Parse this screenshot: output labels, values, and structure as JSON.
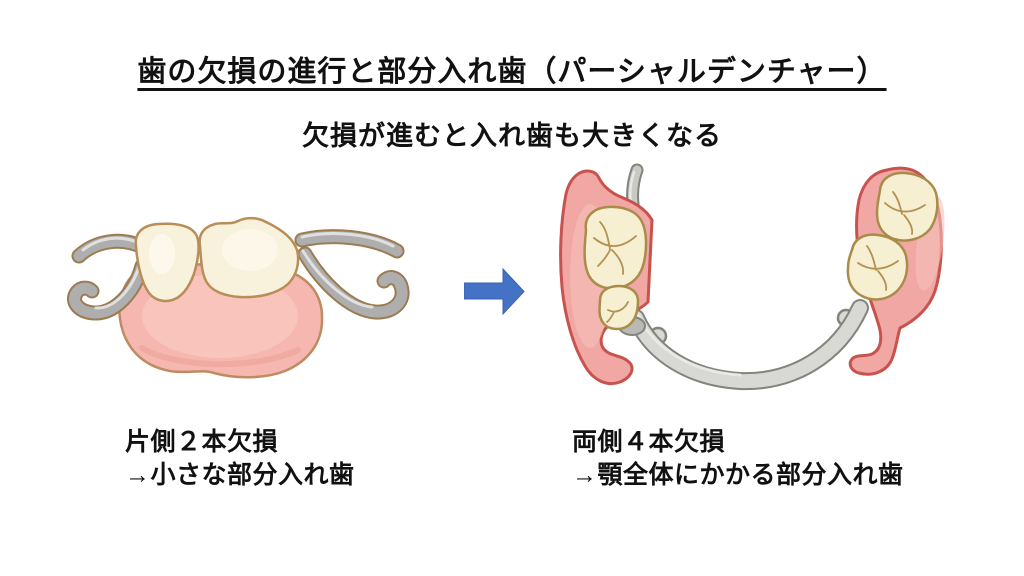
{
  "slide": {
    "title": "歯の欠損の進行と部分入れ歯（パーシャルデンチャー）",
    "subtitle": "欠損が進むと入れ歯も大きくなる"
  },
  "figures": {
    "left": {
      "caption_line1": "片側２本欠損",
      "caption_line2": "→小さな部分入れ歯"
    },
    "right": {
      "caption_line1": "両側４本欠損",
      "caption_line2": "→顎全体にかかる部分入れ歯"
    },
    "arrow": {
      "direction": "right",
      "color": "#4472C4"
    }
  },
  "colors": {
    "background": "#FFFFFF",
    "text": "#111111",
    "arrow_blue": "#4472C4",
    "gum_pink": "#F5B7AF",
    "gum_outline": "#BE8B63",
    "tooth_cream": "#F8F1DB",
    "tooth_outline": "#B98D58",
    "metal_gray": "#AEAEAE",
    "metal_outline": "#9B7C52",
    "saddle_pink": "#F1A7A4",
    "saddle_outline": "#C8534E",
    "bar_gray": "#D8D8D4",
    "bar_outline": "#84847C"
  }
}
